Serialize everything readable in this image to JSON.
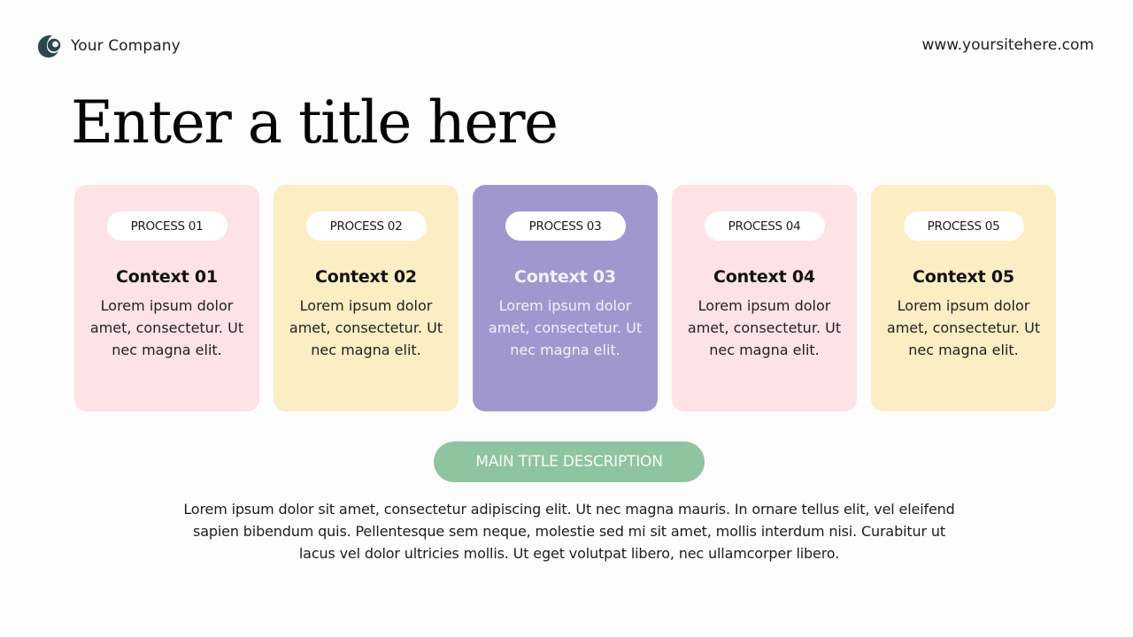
{
  "header": {
    "company_name": "Your Company",
    "logo_icon": "crescent-c-logo-icon",
    "logo_color": "#27474d",
    "site_url": "www.yoursitehere.com"
  },
  "title": "Enter a title here",
  "cards": [
    {
      "process_label": "PROCESS 01",
      "title": "Context 01",
      "text": "Lorem ipsum dolor amet, consectetur. Ut nec magna elit.",
      "bg_color": "#fde2e6"
    },
    {
      "process_label": "PROCESS 02",
      "title": "Context 02",
      "text": "Lorem ipsum dolor amet, consectetur. Ut nec magna elit.",
      "bg_color": "#fdedc4"
    },
    {
      "process_label": "PROCESS 03",
      "title": "Context 03",
      "text": "Lorem ipsum dolor amet, consectetur. Ut nec magna elit.",
      "bg_color": "#a197cf"
    },
    {
      "process_label": "PROCESS 04",
      "title": "Context 04",
      "text": "Lorem ipsum dolor amet, consectetur. Ut nec magna elit.",
      "bg_color": "#fde2e6"
    },
    {
      "process_label": "PROCESS 05",
      "title": "Context 05",
      "text": "Lorem ipsum dolor amet, consectetur. Ut nec magna elit.",
      "bg_color": "#fdedc4"
    }
  ],
  "main_description": {
    "label": "MAIN TITLE DESCRIPTION",
    "bg_color": "#8fc4a1",
    "text": "Lorem ipsum dolor sit amet, consectetur adipiscing elit. Ut nec magna mauris. In ornare tellus elit, vel eleifend sapien bibendum quis. Pellentesque sem neque, molestie sed mi sit amet, mollis interdum nisi. Curabitur ut lacus vel dolor ultricies mollis. Ut eget volutpat libero, nec ullamcorper libero."
  }
}
